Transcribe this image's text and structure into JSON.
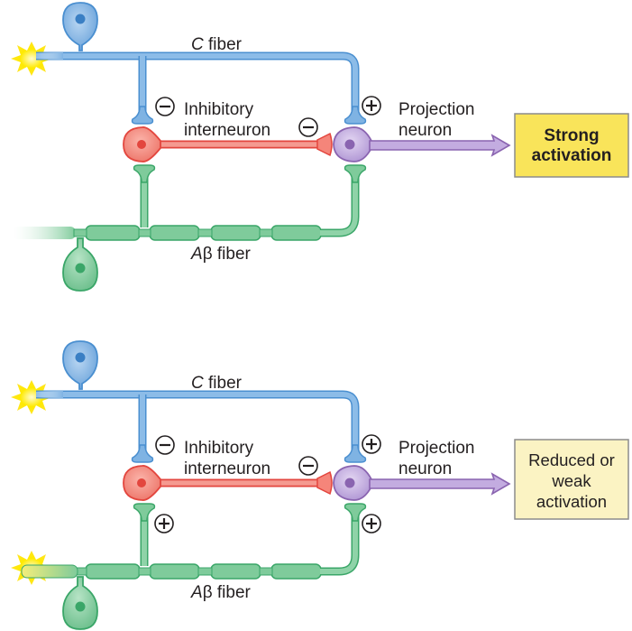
{
  "colors": {
    "c_fiber": "#4a8fd0",
    "c_fiber_fill": "#7fb3e3",
    "inhibitory": "#e3463e",
    "inhibitory_fill": "#f5857a",
    "projection": "#8a64b0",
    "projection_fill": "#c3ace0",
    "abeta": "#3aa668",
    "abeta_fill": "#7fcb9b",
    "stimulus": "#ffe600",
    "strong_box": "#f9e45a",
    "weak_box": "#fbf3c3",
    "box_border": "#8c8c8c"
  },
  "panels": [
    {
      "id": "top",
      "c_fiber_label_italic": "C",
      "c_fiber_label_rest": " fiber",
      "interneuron_label_line1": "Inhibitory",
      "interneuron_label_line2": "interneuron",
      "projection_label_line1": "Projection",
      "projection_label_line2": "neuron",
      "abeta_label_italic": "A",
      "abeta_label_rest": "β fiber",
      "output_line1": "Strong",
      "output_line2": "activation",
      "output_bold": true,
      "abeta_stimulated": false,
      "signs": {
        "c_to_interneuron": "−",
        "interneuron_to_projection": "−",
        "c_to_projection": "+",
        "abeta_to_interneuron": null,
        "abeta_to_projection": null
      }
    },
    {
      "id": "bottom",
      "c_fiber_label_italic": "C",
      "c_fiber_label_rest": " fiber",
      "interneuron_label_line1": "Inhibitory",
      "interneuron_label_line2": "interneuron",
      "projection_label_line1": "Projection",
      "projection_label_line2": "neuron",
      "abeta_label_italic": "A",
      "abeta_label_rest": "β fiber",
      "output_line1": "Reduced or",
      "output_line2": "weak",
      "output_line3": "activation",
      "output_bold": false,
      "abeta_stimulated": true,
      "signs": {
        "c_to_interneuron": "−",
        "interneuron_to_projection": "−",
        "c_to_projection": "+",
        "abeta_to_interneuron": "+",
        "abeta_to_projection": "+"
      }
    }
  ]
}
